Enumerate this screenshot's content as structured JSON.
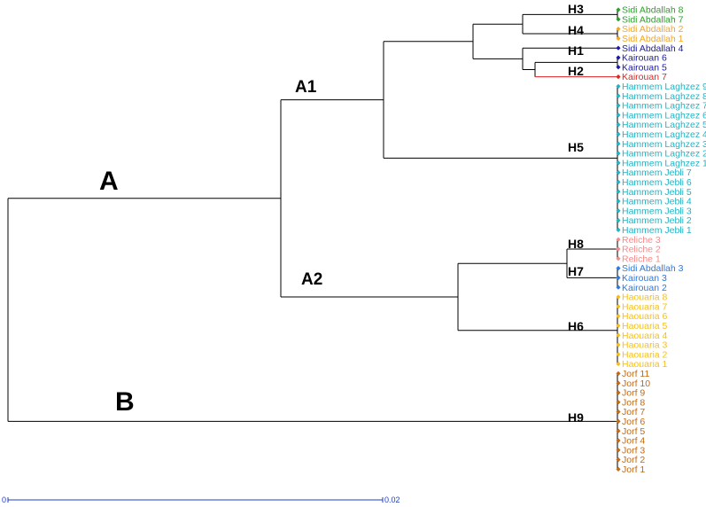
{
  "colors": {
    "branch": "#000000",
    "highlight_branch": "#e02020",
    "scale": "#1f3fbf",
    "groups": {
      "sidi_green": "#2ca02c",
      "sidi_orange": "#f5a623",
      "kairouan_navy": "#1a1aa6",
      "kairouan_red": "#e8201e",
      "hammem": "#21b4c4",
      "reliche": "#f48b8b",
      "blue": "#2a7ae2",
      "haouaria": "#f4c020",
      "jorf": "#c26a14"
    }
  },
  "leaves": [
    {
      "label": "Sidi Abdallah 8",
      "group": "sidi_green"
    },
    {
      "label": "Sidi Abdallah 7",
      "group": "sidi_green"
    },
    {
      "label": "Sidi Abdallah 2",
      "group": "sidi_orange"
    },
    {
      "label": "Sidi Abdallah 1",
      "group": "sidi_orange"
    },
    {
      "label": "Sidi Abdallah 4",
      "group": "kairouan_navy"
    },
    {
      "label": "Kairouan 6",
      "group": "kairouan_navy"
    },
    {
      "label": "Kairouan 5",
      "group": "kairouan_navy"
    },
    {
      "label": "Kairouan 7",
      "group": "kairouan_red"
    },
    {
      "label": "Hammem Laghzez 9",
      "group": "hammem"
    },
    {
      "label": "Hammem Laghzez 8",
      "group": "hammem"
    },
    {
      "label": "Hammem Laghzez 7",
      "group": "hammem"
    },
    {
      "label": "Hammem Laghzez 6",
      "group": "hammem"
    },
    {
      "label": "Hammem Laghzez 5",
      "group": "hammem"
    },
    {
      "label": "Hammem Laghzez 4",
      "group": "hammem"
    },
    {
      "label": "Hammem Laghzez 3",
      "group": "hammem"
    },
    {
      "label": "Hammem Laghzez 2",
      "group": "hammem"
    },
    {
      "label": "Hammem Laghzez 1",
      "group": "hammem"
    },
    {
      "label": "Hammem Jebli 7",
      "group": "hammem"
    },
    {
      "label": "Hammem Jebli 6",
      "group": "hammem"
    },
    {
      "label": "Hammem Jebli 5",
      "group": "hammem"
    },
    {
      "label": "Hammem Jebli 4",
      "group": "hammem"
    },
    {
      "label": "Hammem Jebli 3",
      "group": "hammem"
    },
    {
      "label": "Hammem Jebli 2",
      "group": "hammem"
    },
    {
      "label": "Hammem Jebli 1",
      "group": "hammem"
    },
    {
      "label": "Reliche 3",
      "group": "reliche"
    },
    {
      "label": "Reliche 2",
      "group": "reliche"
    },
    {
      "label": "Reliche 1",
      "group": "reliche"
    },
    {
      "label": "Sidi Abdallah 3",
      "group": "blue"
    },
    {
      "label": "Kairouan 3",
      "group": "blue"
    },
    {
      "label": "Kairouan 2",
      "group": "blue"
    },
    {
      "label": "Haouaria 8",
      "group": "haouaria"
    },
    {
      "label": "Haouaria 7",
      "group": "haouaria"
    },
    {
      "label": "Haouaria 6",
      "group": "haouaria"
    },
    {
      "label": "Haouaria 5",
      "group": "haouaria"
    },
    {
      "label": "Haouaria 4",
      "group": "haouaria"
    },
    {
      "label": "Haouaria 3",
      "group": "haouaria"
    },
    {
      "label": "Haouaria 2",
      "group": "haouaria"
    },
    {
      "label": "Haouaria 1",
      "group": "haouaria"
    },
    {
      "label": "Jorf 11",
      "group": "jorf"
    },
    {
      "label": "Jorf 10",
      "group": "jorf"
    },
    {
      "label": "Jorf 9",
      "group": "jorf"
    },
    {
      "label": "Jorf 8",
      "group": "jorf"
    },
    {
      "label": "Jorf 7",
      "group": "jorf"
    },
    {
      "label": "Jorf 6",
      "group": "jorf"
    },
    {
      "label": "Jorf 5",
      "group": "jorf"
    },
    {
      "label": "Jorf 4",
      "group": "jorf"
    },
    {
      "label": "Jorf 3",
      "group": "jorf"
    },
    {
      "label": "Jorf 2",
      "group": "jorf"
    },
    {
      "label": "Jorf 1",
      "group": "jorf"
    }
  ],
  "clades": {
    "A": "A",
    "B": "B",
    "A1": "A1",
    "A2": "A2",
    "H1": "H1",
    "H2": "H2",
    "H3": "H3",
    "H4": "H4",
    "H5": "H5",
    "H6": "H6",
    "H7": "H7",
    "H8": "H8",
    "H9": "H9"
  },
  "scale_bar": {
    "start_label": "0",
    "end_label": "0.02"
  }
}
